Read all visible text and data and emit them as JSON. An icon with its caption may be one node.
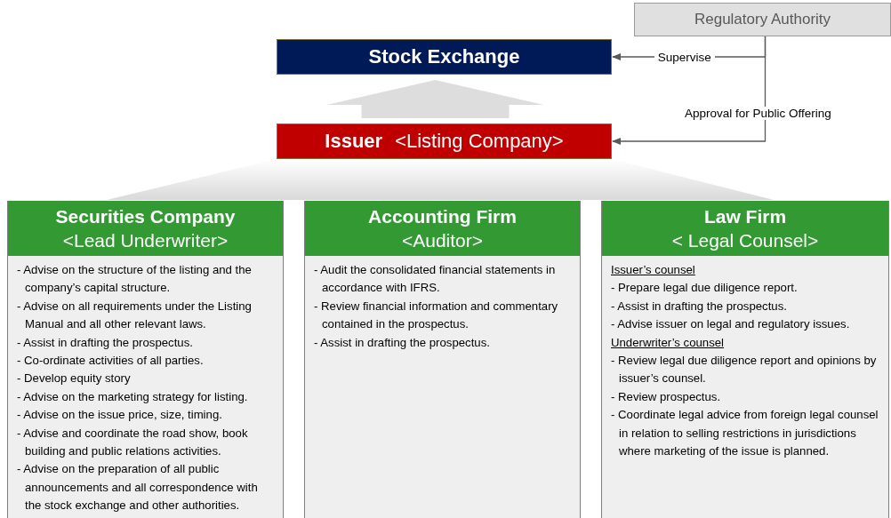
{
  "diagram": {
    "nodes": [
      {
        "text": [
          "Regulatory Authority"
        ]
      },
      {
        "text": [
          "Stock Exchange"
        ]
      },
      {
        "text": [
          "Issuer",
          "<Listing Company>"
        ]
      },
      {
        "text": [
          "Securities Company",
          "<Lead Underwriter>",
          "- Advise on the structure of the listing and the company’s capital structure.",
          "- Advise on all requirements under the Listing Manual and all other relevant laws.",
          "- Assist in drafting the prospectus.",
          "- Co-ordinate activities of all parties.",
          "- Develop equity story",
          "- Advise on the marketing strategy for listing.",
          "- Advise on the issue price, size, timing.",
          "- Advise and coordinate the road show, book building and public relations activities.",
          "- Advise on the preparation of all public announcements and all correspondence with the stock exchange and other authorities."
        ]
      },
      {
        "text": [
          "Accounting Firm",
          "<Auditor>",
          "- Audit the consolidated financial statements in accordance with IFRS.",
          "- Review financial information and commentary contained in the prospectus.",
          "- Assist in drafting the prospectus."
        ]
      },
      {
        "text": [
          "Law Firm",
          "< Legal Counsel>",
          "Issuer’s counsel",
          "- Prepare legal due diligence report.",
          "- Assist in drafting the prospectus.",
          "- Advise issuer on legal and regulatory issues.",
          "Underwriter’s counsel",
          "- Review legal due diligence report and opinions by issuer’s counsel.",
          "- Review prospectus.",
          "- Coordinate legal advice from foreign legal counsel in relation to selling restrictions in jurisdictions where marketing of the issue is planned."
        ]
      },
      {
        "text": [],
        "shape": "trapezoid"
      }
    ],
    "edges": [
      {
        "from": 0,
        "to": 1,
        "arrow": "to",
        "label": "Supervise"
      },
      {
        "from": 0,
        "to": 2,
        "arrow": "to",
        "label": "Approval for Public Offering"
      },
      {
        "from": 2,
        "to": 1,
        "arrow": "to",
        "style": "thick",
        "color": "#dddddd"
      }
    ]
  }
}
